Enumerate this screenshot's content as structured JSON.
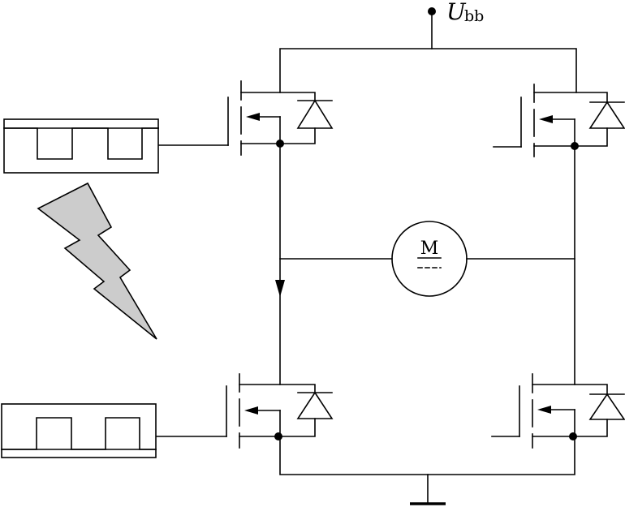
{
  "supply": {
    "symbol": "U",
    "subscript": "bb"
  },
  "motor": {
    "label": "M"
  },
  "colors": {
    "ink": "#000000",
    "lightning": "#cccccc"
  },
  "icons": [
    "lightning-bolt-icon",
    "pwm-square-wave-icon",
    "mosfet-icon",
    "diode-icon",
    "ground-icon"
  ]
}
